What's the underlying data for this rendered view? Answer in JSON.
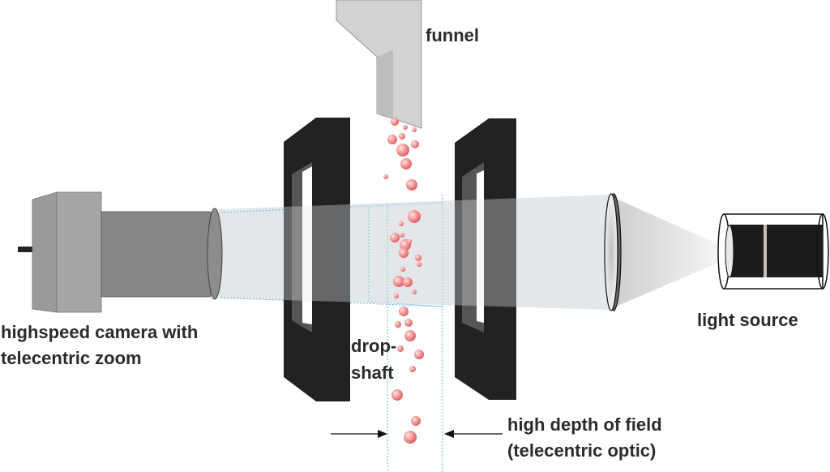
{
  "labels": {
    "funnel": "funnel",
    "camera_line1": "highspeed camera with",
    "camera_line2": "telecentric zoom",
    "dropshaft_line1": "drop-",
    "dropshaft_line2": "shaft",
    "light_source": "light source",
    "dof_line1": "high depth of field",
    "dof_line2": "(telecentric optic)"
  },
  "colors": {
    "frame": "#222222",
    "droplet": "#f08a8a",
    "beam": "#e3e7ea",
    "dotted_line": "#5bbbe0",
    "camera_body": "#a0a0a0",
    "camera_barrel": "#888888",
    "funnel": "#d0d0d0"
  }
}
